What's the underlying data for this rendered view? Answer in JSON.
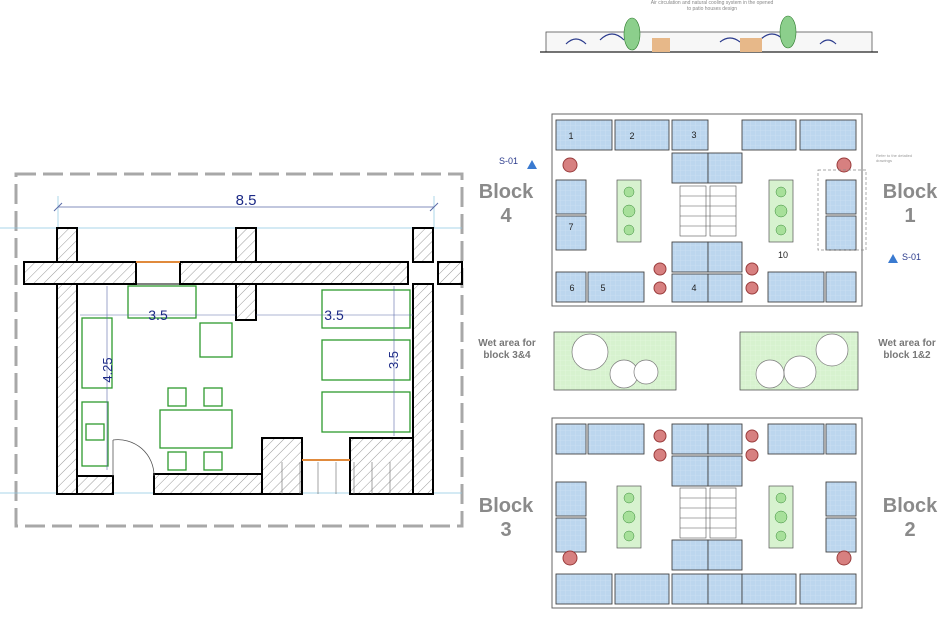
{
  "plan": {
    "width_dim": "8.5",
    "room_dim_left": "3.5",
    "room_dim_right": "3.5",
    "depth_dim_left": "4.25",
    "depth_dim_right": "3.5"
  },
  "site": {
    "caption": "Air circulation and natural cooling system in the opened to patio houses design",
    "detail_note": "Refer to the detailed drawings",
    "section_marker": "S-01",
    "blocks": [
      {
        "name": "Block",
        "number": "4"
      },
      {
        "name": "Block",
        "number": "1"
      },
      {
        "name": "Block",
        "number": "3"
      },
      {
        "name": "Block",
        "number": "2"
      }
    ],
    "wet_areas": [
      "Wet area for block 3&4",
      "Wet area for block 1&2"
    ],
    "unit_numbers": [
      "1",
      "2",
      "3",
      "7",
      "6",
      "5",
      "4",
      "10"
    ]
  },
  "colors": {
    "wall": "#000000",
    "hatch": "#9a9a9a",
    "furniture": "#2e9a2e",
    "dimension": "#1c2a86",
    "unit_fill": "#bcd6ee",
    "wet_fill": "#d7f2cf",
    "label_grey": "#8a8a8a"
  }
}
